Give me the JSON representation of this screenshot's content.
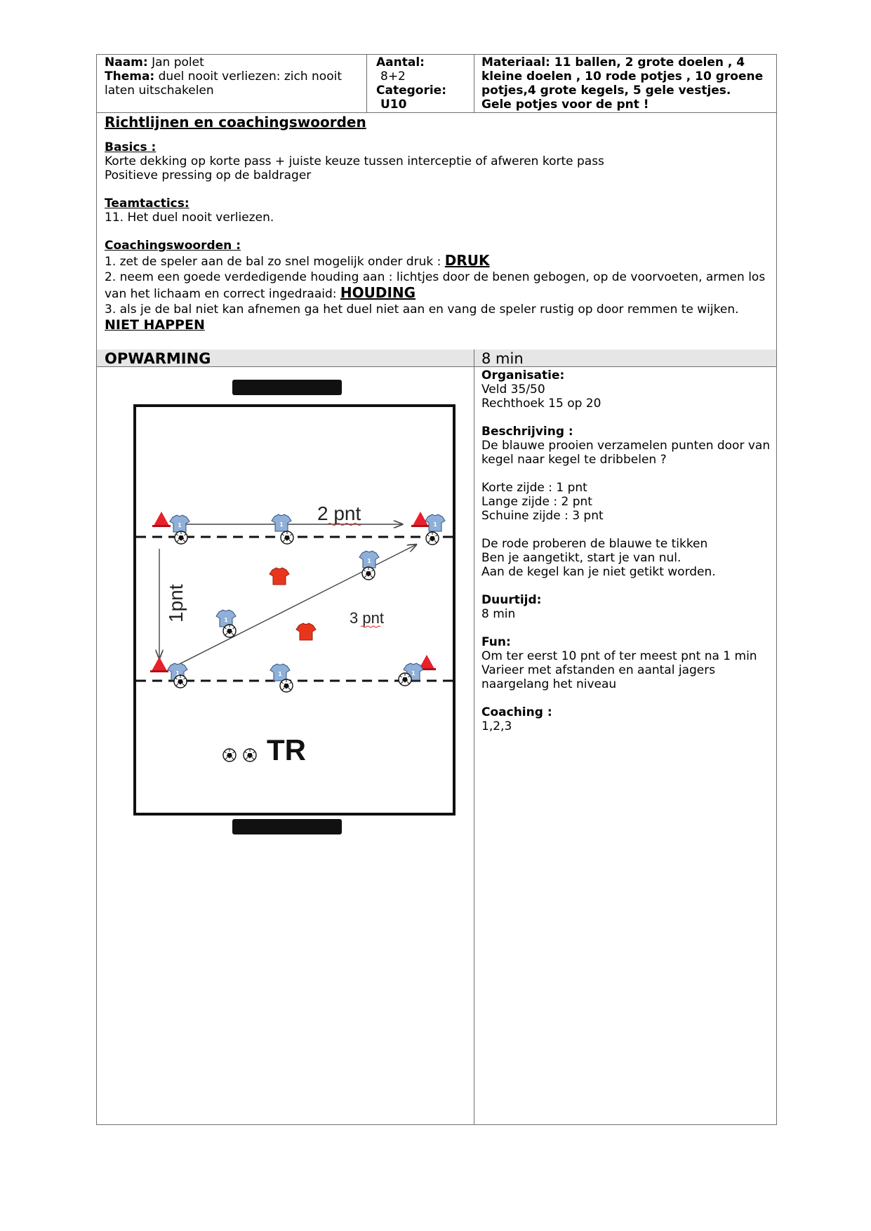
{
  "header": {
    "naam_label": "Naam:",
    "naam_value": "Jan polet",
    "thema_label": "Thema:",
    "thema_value": "duel nooit verliezen: zich nooit laten uitschakelen",
    "aantal_label": "Aantal:",
    "aantal_value": "8+2",
    "categorie_label": "Categorie:",
    "categorie_value": "U10",
    "materiaal_text": "Materiaal: 11 ballen, 2 grote doelen , 4 kleine doelen , 10 rode potjes , 10 groene potjes,4 grote kegels, 5 gele vestjes.",
    "materiaal_extra": "Gele potjes voor de pnt !"
  },
  "guidelines": {
    "title": "Richtlijnen en coachingswoorden",
    "basics_heading": "Basics :",
    "basics_lines": [
      "Korte dekking op korte pass + juiste keuze tussen interceptie of afweren korte pass",
      "Positieve pressing op de baldrager"
    ],
    "teamtactics_heading": "Teamtactics:",
    "teamtactics_line": "11. Het duel nooit verliezen.",
    "coaching_heading": "Coachingswoorden :",
    "coaching_1": "1. zet de speler aan de bal zo snel mogelijk onder druk :",
    "coaching_1_kw": "DRUK",
    "coaching_2a": "2. neem een goede verdedigende houding aan : lichtjes door de benen gebogen, op de voorvoeten, armen los",
    "coaching_2b": "van het lichaam en correct ingedraaid:",
    "coaching_2_kw": "HOUDING",
    "coaching_3": "3. als je de bal niet kan afnemen ga het duel niet aan en vang de speler rustig op door remmen te wijken.",
    "coaching_3_kw": "NIET HAPPEN"
  },
  "section": {
    "title": "OPWARMING",
    "duration": "8 min"
  },
  "details": {
    "organisatie_heading": "Organisatie:",
    "organisatie_lines": [
      "Veld 35/50",
      "Rechthoek 15 op 20"
    ],
    "beschrijving_heading": "Beschrijving :",
    "beschrijving_lines": [
      "De blauwe prooien verzamelen punten door van",
      "kegel naar kegel te dribbelen ?"
    ],
    "punten_lines": [
      "Korte zijde : 1 pnt",
      "Lange zijde : 2 pnt",
      "Schuine zijde : 3 pnt"
    ],
    "regels_lines": [
      "De rode proberen de blauwe te tikken",
      "Ben je aangetikt, start je van nul.",
      "Aan de kegel kan je niet getikt worden."
    ],
    "duurtijd_heading": "Duurtijd:",
    "duurtijd_value": "8 min",
    "fun_heading": "Fun:",
    "fun_lines": [
      "Om ter eerst 10 pnt of ter meest pnt na 1 min",
      "Varieer met afstanden en aantal jagers",
      "naargelang het niveau"
    ],
    "coaching_heading": "Coaching :",
    "coaching_value": "1,2,3"
  },
  "diagram": {
    "label_2pnt": "2 pnt",
    "label_1pnt": "1pnt",
    "label_3pnt": "3 pnt",
    "label_tr": "TR",
    "shirt_number": "1",
    "colors": {
      "blue_shirt": "#8fb0d8",
      "red_shirt": "#e8361c",
      "cone": "#e8202a"
    }
  }
}
